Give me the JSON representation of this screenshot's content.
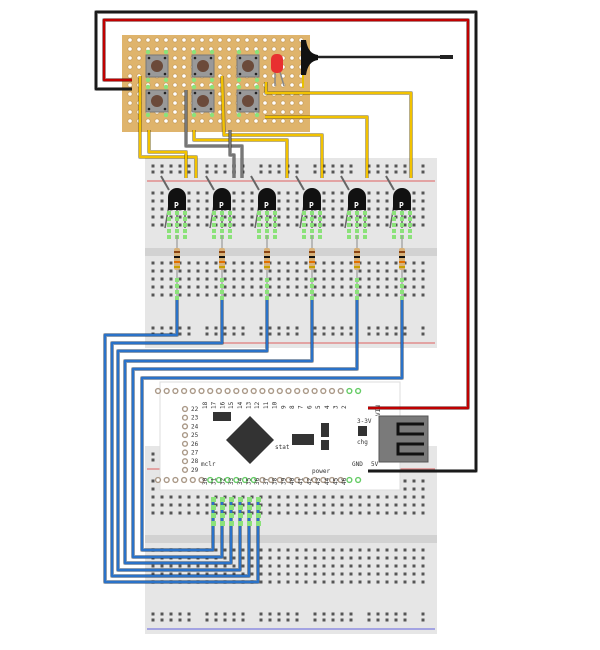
{
  "board": {
    "top_pins": [
      "18",
      "17",
      "16",
      "15",
      "14",
      "13",
      "12",
      "11",
      "10",
      "9",
      "8",
      "7",
      "6",
      "5",
      "4",
      "3",
      "2"
    ],
    "bottom_pins": [
      "30",
      "31",
      "32",
      "33",
      "34",
      "35",
      "36",
      "37",
      "38",
      "39",
      "40",
      "41",
      "42",
      "43",
      "44",
      "45",
      "46"
    ],
    "left_pins": [
      "22",
      "23",
      "24",
      "25",
      "26",
      "27",
      "28",
      "29"
    ],
    "vin": "VIN",
    "v33": "3-3V",
    "chg": "chg",
    "stat": "stat",
    "mcir": "mclr",
    "power": "power",
    "gnd": "GND",
    "v5": "5V"
  },
  "colors": {
    "perfboard": "#dfb46c",
    "breadboard": "#e6e6e6",
    "wire_red": "#c00000",
    "wire_black": "#1a1a1a",
    "wire_yellow": "#f2c200",
    "wire_blue": "#2a72c8",
    "wire_gray": "#777777",
    "highlight_green": "#8be27a"
  },
  "components": {
    "transistor_label": "P",
    "transistor_count": 6,
    "resistor_count": 6,
    "pushbutton_count": 6,
    "led": "red-led",
    "antenna": "antenna"
  }
}
